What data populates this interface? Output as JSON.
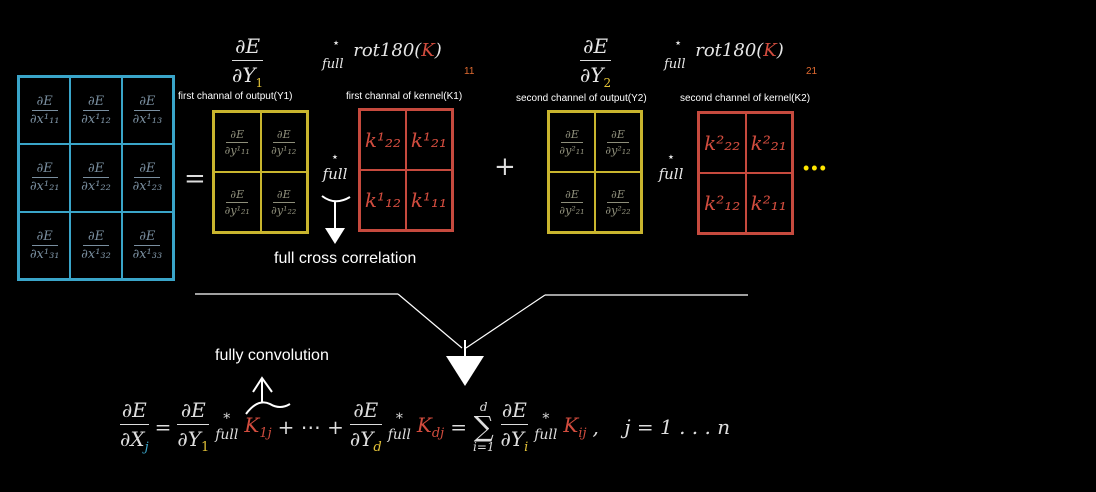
{
  "header": {
    "de": "∂E",
    "y1_den": "∂Y",
    "y1_sub": "1",
    "y2_den": "∂Y",
    "y2_sub": "2",
    "op_star": "⋆",
    "op_full": "full",
    "rot_text": "rot180(",
    "rot_k": "K",
    "rot_close": ")",
    "k11_index": "11",
    "k21_index": "21"
  },
  "labels": {
    "first_output": "first channal of output(Y1)",
    "first_kernel": "first channal of kennel(K1)",
    "second_output": "second channel of output(Y2)",
    "second_kernel": "second channel of kernel(K2)"
  },
  "input_grad": {
    "num": "∂E",
    "cells": [
      "∂x¹₁₁",
      "∂x¹₁₂",
      "∂x¹₁₃",
      "∂x¹₂₁",
      "∂x¹₂₂",
      "∂x¹₂₃",
      "∂x¹₃₁",
      "∂x¹₃₂",
      "∂x¹₃₃"
    ]
  },
  "y1_grad": {
    "num": "∂E",
    "cells": [
      "∂y¹₁₁",
      "∂y¹₁₂",
      "∂y¹₂₁",
      "∂y¹₂₂"
    ]
  },
  "y2_grad": {
    "num": "∂E",
    "cells": [
      "∂y²₁₁",
      "∂y²₁₂",
      "∂y²₂₁",
      "∂y²₂₂"
    ]
  },
  "k1_cells": [
    "k¹₂₂",
    "k¹₂₁",
    "k¹₁₂",
    "k¹₁₁"
  ],
  "k2_cells": [
    "k²₂₂",
    "k²₂₁",
    "k²₁₂",
    "k²₁₁"
  ],
  "equals": "=",
  "plus": "+",
  "ellipsis": "•••",
  "notes": {
    "full_cross": "full cross correlation",
    "fully_conv": "fully convolution"
  },
  "formula": {
    "lhs_num": "∂E",
    "lhs_den": "∂X",
    "lhs_sub": "j",
    "eq": "=",
    "t1_den": "∂Y",
    "t1_sub": "1",
    "conv_star": "*",
    "conv_full": "full",
    "k1j": "K",
    "k1j_sub": "1j",
    "dots": "+ ⋯ +",
    "td_den": "∂Y",
    "td_sub": "d",
    "kdj": "K",
    "kdj_sub": "dj",
    "sum_top": "d",
    "sum_sym": "∑",
    "sum_bot": "i=1",
    "ti_den": "∂Y",
    "ti_sub": "i",
    "kij": "K",
    "kij_sub": "ij",
    "tail": ",    j = 1 . . . n"
  },
  "colors": {
    "blue": "#3aa5c9",
    "yellow": "#c9b52e",
    "red": "#c64a3e",
    "white": "#ffffff"
  }
}
